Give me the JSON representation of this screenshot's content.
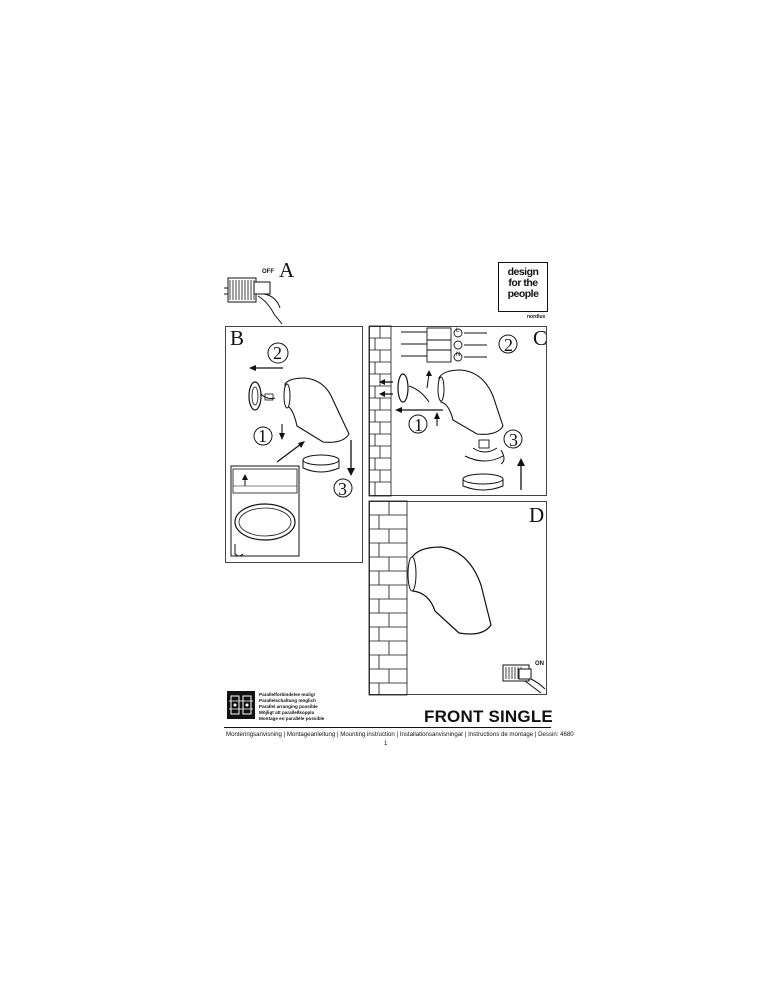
{
  "steps": {
    "a": {
      "letter": "A",
      "switch_label": "OFF"
    },
    "b": {
      "letter": "B",
      "numbers": [
        "1",
        "2",
        "3"
      ]
    },
    "c": {
      "letter": "C",
      "numbers": [
        "1",
        "2",
        "3"
      ],
      "terminals": [
        "L",
        "",
        "N"
      ]
    },
    "d": {
      "letter": "D",
      "switch_label": "ON"
    }
  },
  "logo": {
    "lines": [
      "design",
      "for the",
      "people"
    ],
    "brand": "nordlux"
  },
  "parallel": {
    "lines": [
      "Parallelforbindelse mulig!",
      "Parallelschaltung möglich",
      "Parallel arranging possible",
      "Möjligt att parallellkoppla",
      "Montage en parallèle possible"
    ]
  },
  "title": "FRONT SINGLE",
  "footer": "Monteringsanvisning | Montageanleitung | Mounting instruction | Installationsanvisningar | Instructions de montage | Dessin: 4680",
  "page_number": "1"
}
